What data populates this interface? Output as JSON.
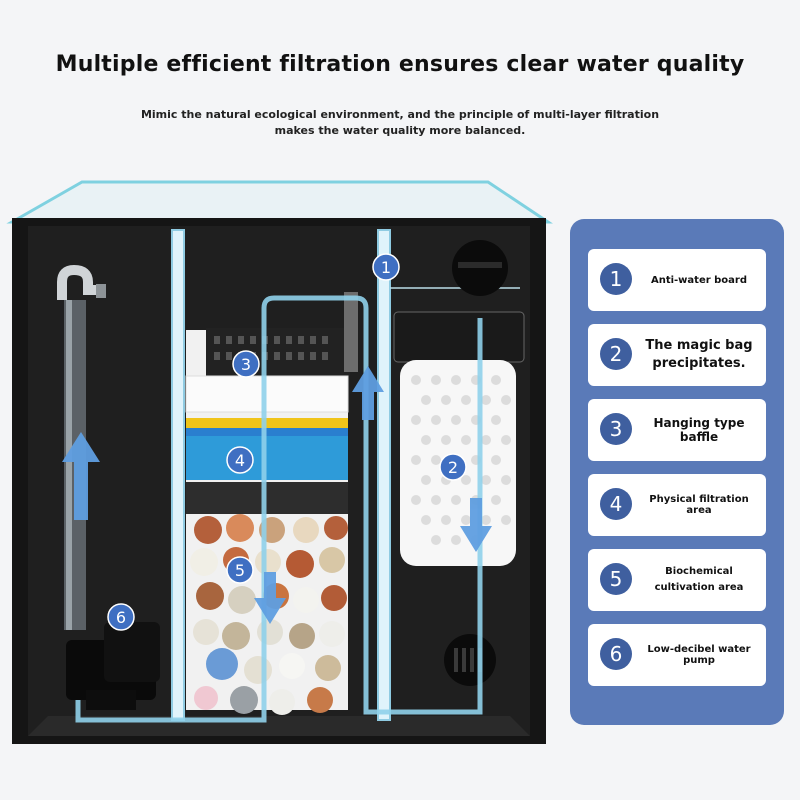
{
  "header": {
    "title": "Multiple efficient filtration ensures clear water quality",
    "subtitle": "Mimic the natural ecological environment, and the principle of multi-layer filtration makes the water quality more balanced."
  },
  "diagram": {
    "markers": [
      {
        "number": "1"
      },
      {
        "number": "2"
      },
      {
        "number": "3"
      },
      {
        "number": "4"
      },
      {
        "number": "5"
      },
      {
        "number": "6"
      }
    ]
  },
  "legend": {
    "items": [
      {
        "number": "1",
        "label": "Anti-water board"
      },
      {
        "number": "2",
        "label": "The magic bag precipitates."
      },
      {
        "number": "3",
        "label": "Hanging type baffle"
      },
      {
        "number": "4",
        "label": "Physical filtration area"
      },
      {
        "number": "5",
        "label": "Biochemical cultivation area"
      },
      {
        "number": "6",
        "label": "Low-decibel water pump"
      }
    ]
  },
  "colors": {
    "panel": "#5a7ab8",
    "marker": "#3f6fc2",
    "flow_arrow": "#6aa7df",
    "tank": "#151515"
  }
}
